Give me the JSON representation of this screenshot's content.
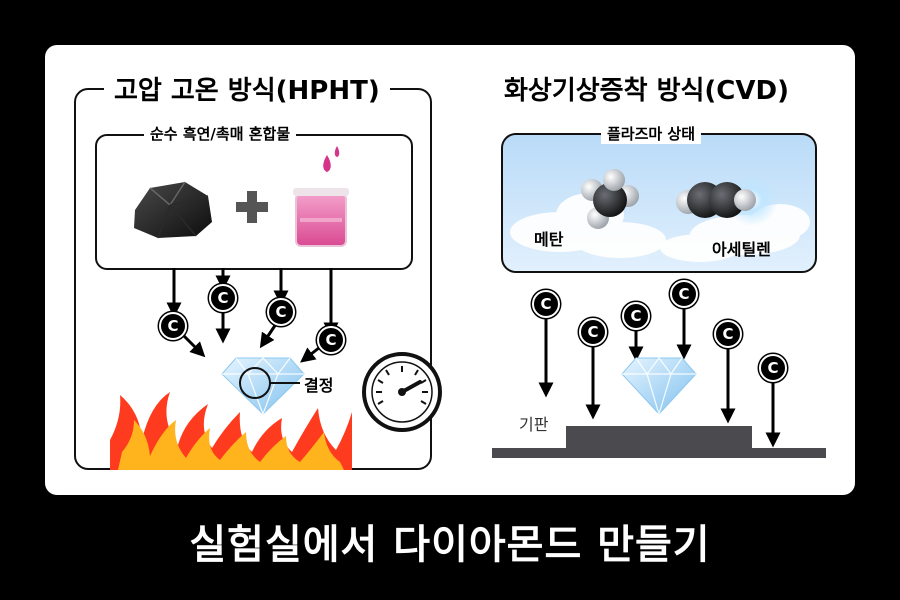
{
  "left": {
    "title": "고압 고온 방식(HPHT)",
    "mixture_label": "순수 흑연/촉매 혼합물",
    "crystal_label": "결정",
    "carbon": "C"
  },
  "right": {
    "title": "화상기상증착 방식(CVD)",
    "plasma_label": "플라즈마 상태",
    "methane_label": "메탄",
    "acetylene_label": "아세틸렌",
    "substrate_label": "기판",
    "carbon": "C"
  },
  "footer": {
    "title": "실험실에서 다이아몬드 만들기"
  },
  "icons": [
    "graphite-rock-icon",
    "plus-icon",
    "catalyst-beaker-icon",
    "diamond-icon",
    "flame-icon",
    "pressure-gauge-icon",
    "methane-molecule-icon",
    "acetylene-molecule-icon",
    "carbon-atom-icon"
  ],
  "colors": {
    "background": "#000000",
    "card": "#ffffff",
    "flame_outer": "#ff3b1f",
    "flame_inner": "#ffb41e",
    "catalyst": "#e0509a",
    "diamond": "#9fd2f5",
    "substrate": "#4a4a4f",
    "sky": "#cfe6fb"
  }
}
